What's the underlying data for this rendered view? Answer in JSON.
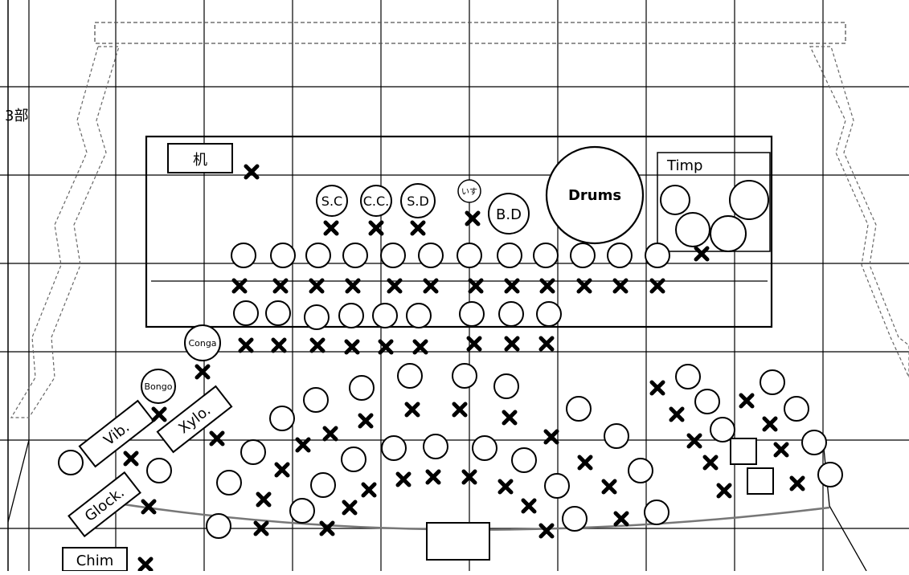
{
  "diagram": {
    "section_label": "3部",
    "desk_label": "机",
    "timp_label": "Timp",
    "drums_label": "Drums",
    "bass_drum_label": "B.D",
    "chair_label": "いす",
    "sc_label": "S.C",
    "cc_label": "C.C.",
    "sd_label": "S.D",
    "conga_label": "Conga",
    "bongo_label": "Bongo",
    "xylo_label": "Xylo.",
    "vib_label": "Vib.",
    "glock_label": "Glock.",
    "chim_label": "Chim"
  },
  "colors": {
    "ink": "#000000",
    "paper": "#ffffff",
    "dash": "#999999"
  },
  "icons": {
    "chair": "circle",
    "stand": "x-mark"
  }
}
